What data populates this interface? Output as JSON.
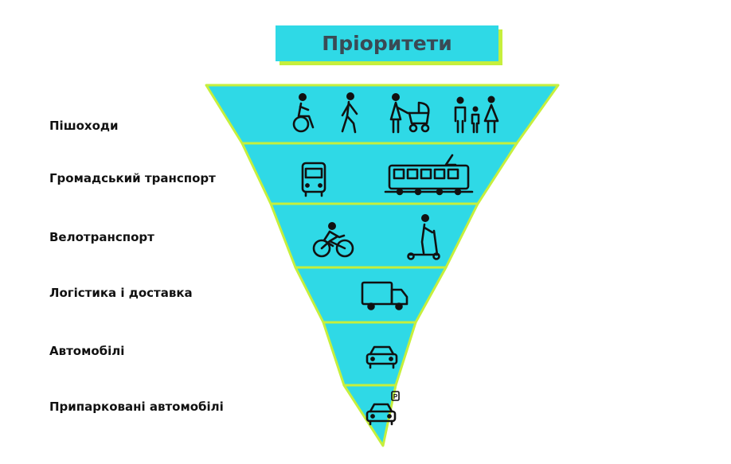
{
  "title": "Пріоритети",
  "colors": {
    "fill": "#2fd9e6",
    "border": "#c6ef3c",
    "shadow": "#c6ef3c",
    "title_text": "#3a4a55",
    "icon": "#111111"
  },
  "levels": [
    {
      "label": "Пішоходи",
      "icons": [
        "wheelchair-user-icon",
        "pedestrian-icon",
        "parent-with-stroller-icon",
        "family-icon"
      ]
    },
    {
      "label": "Громадський транспорт",
      "icons": [
        "bus-icon",
        "tram-icon"
      ]
    },
    {
      "label": "Велотранспорт",
      "icons": [
        "cyclist-icon",
        "scooter-rider-icon"
      ]
    },
    {
      "label": "Логістика і доставка",
      "icons": [
        "truck-icon"
      ]
    },
    {
      "label": "Автомобілі",
      "icons": [
        "car-icon"
      ]
    },
    {
      "label": "Припарковані автомобілі",
      "icons": [
        "parked-car-icon"
      ]
    }
  ]
}
